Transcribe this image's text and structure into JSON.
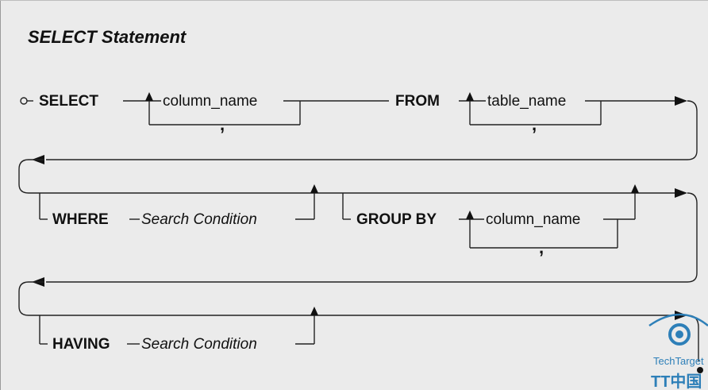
{
  "title": "SELECT Statement",
  "select_clause": {
    "keyword": "SELECT",
    "item": "column_name",
    "separator": ","
  },
  "from_clause": {
    "keyword": "FROM",
    "item": "table_name",
    "separator": ","
  },
  "where_clause": {
    "keyword": "WHERE",
    "item": "Search Condition"
  },
  "group_by_clause": {
    "keyword": "GROUP BY",
    "item": "column_name",
    "separator": ","
  },
  "having_clause": {
    "keyword": "HAVING",
    "item": "Search Condition"
  },
  "watermark": {
    "brand": "TechTarget",
    "mark": "TT中国"
  },
  "colors": {
    "background": "#ebebeb",
    "line": "#222222",
    "logo": "#2d7fb8"
  }
}
